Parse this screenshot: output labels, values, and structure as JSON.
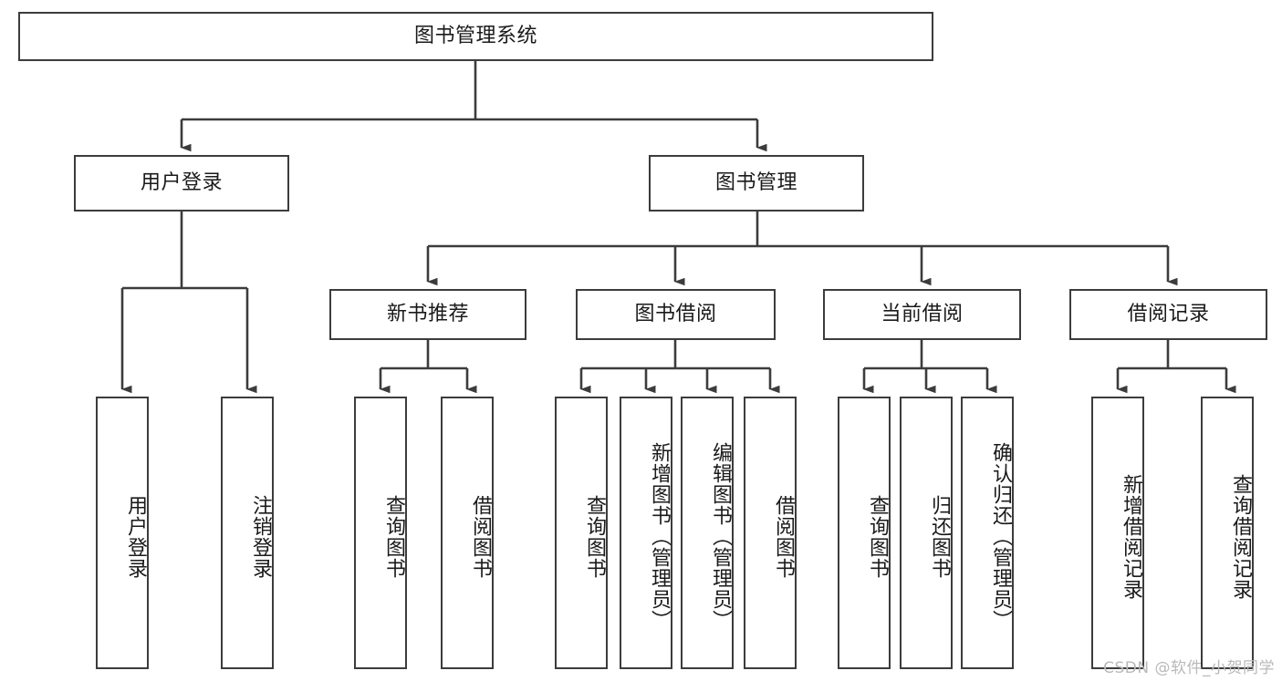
{
  "diagram": {
    "title": "图书管理系统",
    "type": "tree-hierarchy",
    "watermark": "CSDN @软件_小贺同学",
    "root": {
      "label": "图书管理系统"
    },
    "level2": [
      {
        "label": "用户登录"
      },
      {
        "label": "图书管理"
      }
    ],
    "level3": [
      {
        "label": "新书推荐"
      },
      {
        "label": "图书借阅"
      },
      {
        "label": "当前借阅"
      },
      {
        "label": "借阅记录"
      }
    ],
    "leaves": {
      "user_login": [
        {
          "label": "用户登录"
        },
        {
          "label": "注销登录"
        }
      ],
      "new_book_recommend": [
        {
          "label": "查询图书"
        },
        {
          "label": "借阅图书"
        }
      ],
      "book_borrow": [
        {
          "label": "查询图书"
        },
        {
          "label": "新增图书（管理员）"
        },
        {
          "label": "编辑图书（管理员）"
        },
        {
          "label": "借阅图书"
        }
      ],
      "current_borrow": [
        {
          "label": "查询图书"
        },
        {
          "label": "归还图书"
        },
        {
          "label": "确认归还（管理员）"
        }
      ],
      "borrow_record": [
        {
          "label": "新增借阅记录"
        },
        {
          "label": "查询借阅记录"
        }
      ]
    },
    "colors": {
      "border": "#3c3c3c",
      "background": "#ffffff",
      "text": "#1a1a1a",
      "watermark": "#b9b9b9"
    }
  }
}
